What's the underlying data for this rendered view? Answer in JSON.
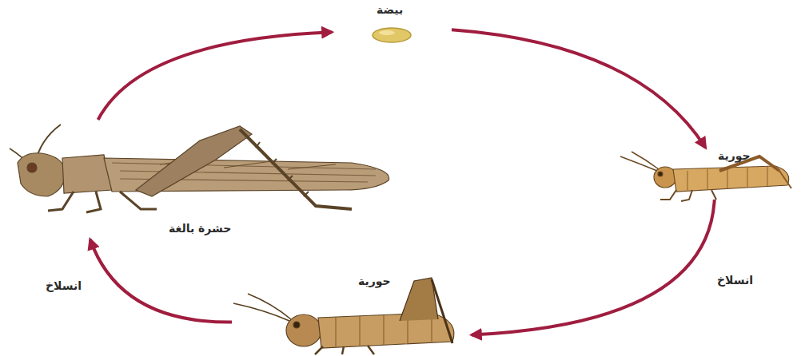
{
  "diagram": {
    "nodes": [
      {
        "text": [
          "بيضة"
        ]
      },
      {
        "text": [
          "حورية"
        ]
      },
      {
        "text": [
          "حورية"
        ]
      },
      {
        "text": [
          "حشرة بالغة"
        ]
      }
    ],
    "edges": [
      {
        "from": 0,
        "to": 1,
        "arrow": "to"
      },
      {
        "from": 1,
        "to": 2,
        "arrow": "to",
        "label": "انسلاخ"
      },
      {
        "from": 2,
        "to": 3,
        "arrow": "to",
        "label": "انسلاخ"
      },
      {
        "from": 3,
        "to": 0,
        "arrow": "to"
      }
    ]
  }
}
